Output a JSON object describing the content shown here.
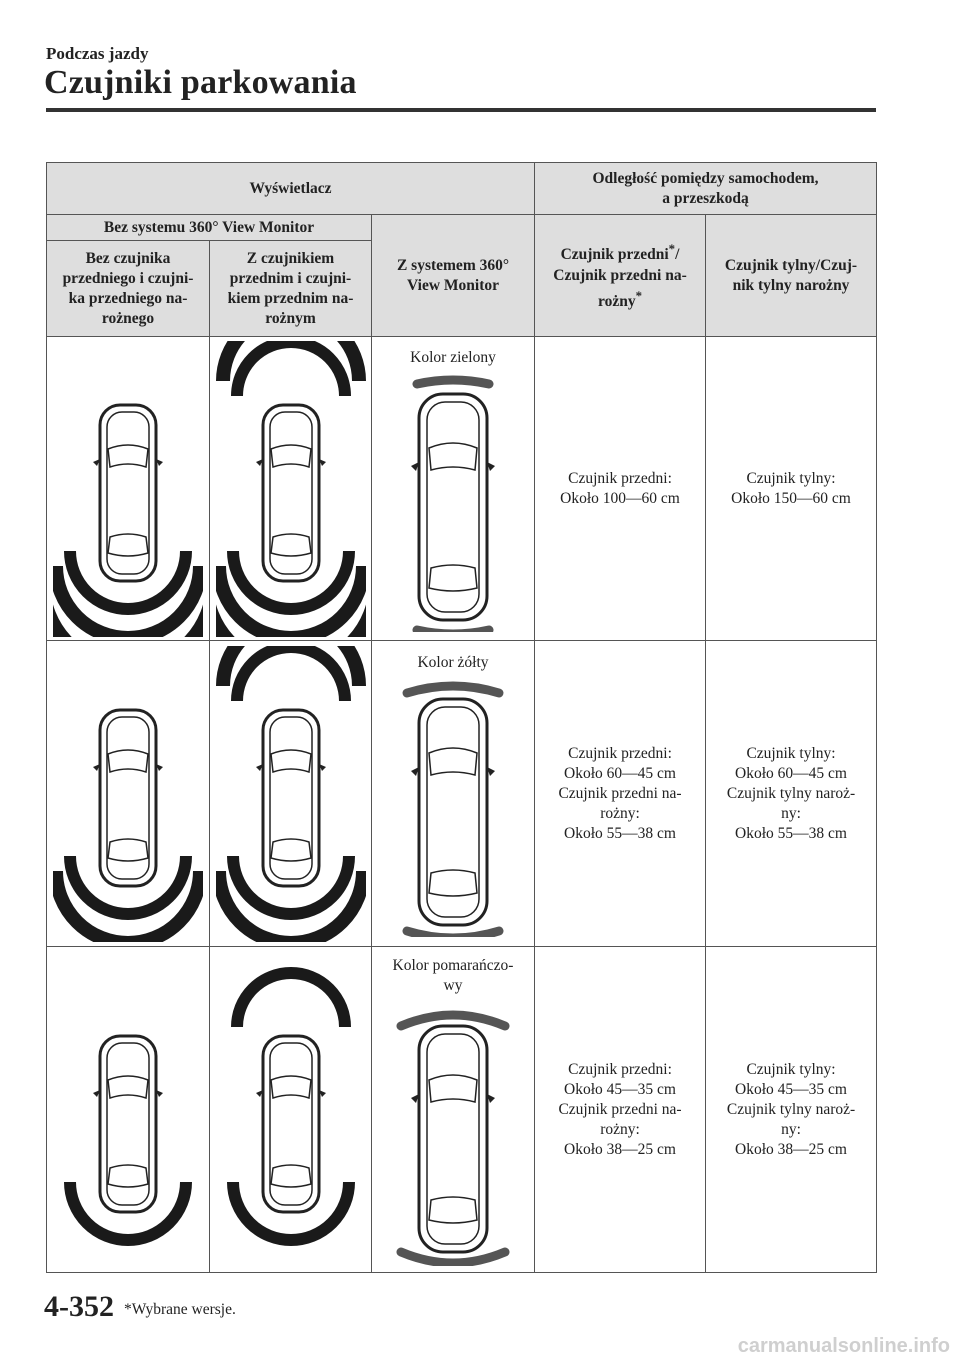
{
  "header": {
    "section": "Podczas jazdy",
    "title": "Czujniki parkowania"
  },
  "table": {
    "head": {
      "display": "Wyświetlacz",
      "distance": [
        "Odległość pomiędzy samochodem,",
        "a przeszkodą"
      ],
      "without360": "Bez systemu 360° View Monitor",
      "with360": [
        "Z systemem 360°",
        "View Monitor"
      ],
      "colA": [
        "Bez czujnika",
        "przedniego i czujni-",
        "ka przedniego na-",
        "rożnego"
      ],
      "colB": [
        "Z czujnikiem",
        "przednim i czujni-",
        "kiem przednim na-",
        "rożnym"
      ],
      "front": [
        "Czujnik przedni",
        "*",
        "/",
        "Czujnik przedni na-",
        "rożny",
        "*"
      ],
      "rear": [
        "Czujnik tylny/Czuj-",
        "nik tylny narożny"
      ]
    },
    "rows": [
      {
        "color": [
          "Kolor zielony"
        ],
        "front": [
          "Czujnik przedni:",
          "Około 100—60 cm"
        ],
        "rear": [
          "Czujnik tylny:",
          "Około 150—60 cm"
        ]
      },
      {
        "color": [
          "Kolor żółty"
        ],
        "front": [
          "Czujnik przedni:",
          "Około 60—45 cm",
          "Czujnik przedni na-",
          "rożny:",
          "Około 55—38 cm"
        ],
        "rear": [
          "Czujnik tylny:",
          "Około 60—45 cm",
          "Czujnik tylny naroż-",
          "ny:",
          "Około 55—38 cm"
        ]
      },
      {
        "color": [
          "Kolor pomarańczo-",
          "wy"
        ],
        "front": [
          "Czujnik przedni:",
          "Około 45—35 cm",
          "Czujnik przedni na-",
          "rożny:",
          "Około 38—25 cm"
        ],
        "rear": [
          "Czujnik tylny:",
          "Około 45—35 cm",
          "Czujnik tylny naroż-",
          "ny:",
          "Około 38—25 cm"
        ]
      }
    ]
  },
  "footer": {
    "page": "4-352",
    "footnote": "*Wybrane wersje.",
    "watermark": "carmanualsonline.info"
  },
  "colors": {
    "rule": "#333333",
    "header_bg": "#dedede",
    "zone": "#1a1a1a",
    "bar": "#555555"
  }
}
